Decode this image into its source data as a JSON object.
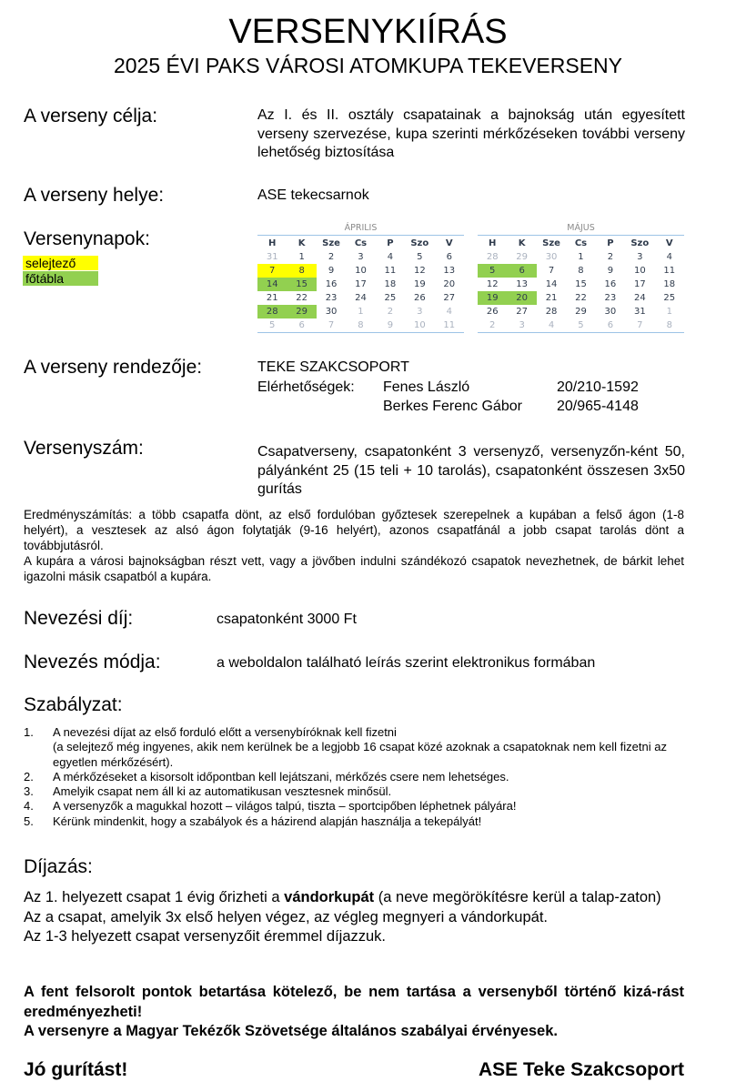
{
  "title": "VERSENYKIÍRÁS",
  "subtitle": "2025 ÉVI PAKS VÁROSI ATOMKUPA TEKEVERSENY",
  "cel": {
    "label": "A verseny célja:",
    "text": "Az I. és II. osztály csapatainak a bajnokság után egyesített verseny szervezése, kupa szerinti mérkőzéseken további verseny lehetőség biztosítása"
  },
  "helye": {
    "label": "A verseny helye:",
    "text": "ASE tekecsarnok"
  },
  "versenynapok": {
    "label": "Versenynapok:",
    "legend": [
      {
        "label": "selejtező",
        "color": "#ffff00"
      },
      {
        "label": "főtábla",
        "color": "#92d050"
      }
    ],
    "day_headers": [
      "H",
      "K",
      "Sze",
      "Cs",
      "P",
      "Szo",
      "V"
    ],
    "months": [
      {
        "name": "ÁPRILIS",
        "weeks": [
          [
            [
              "31",
              "o"
            ],
            [
              "1",
              ""
            ],
            [
              "2",
              ""
            ],
            [
              "3",
              ""
            ],
            [
              "4",
              ""
            ],
            [
              "5",
              ""
            ],
            [
              "6",
              ""
            ]
          ],
          [
            [
              "7",
              "y"
            ],
            [
              "8",
              "y"
            ],
            [
              "9",
              ""
            ],
            [
              "10",
              ""
            ],
            [
              "11",
              ""
            ],
            [
              "12",
              ""
            ],
            [
              "13",
              ""
            ]
          ],
          [
            [
              "14",
              "g"
            ],
            [
              "15",
              "g"
            ],
            [
              "16",
              ""
            ],
            [
              "17",
              ""
            ],
            [
              "18",
              ""
            ],
            [
              "19",
              ""
            ],
            [
              "20",
              ""
            ]
          ],
          [
            [
              "21",
              ""
            ],
            [
              "22",
              ""
            ],
            [
              "23",
              ""
            ],
            [
              "24",
              ""
            ],
            [
              "25",
              ""
            ],
            [
              "26",
              ""
            ],
            [
              "27",
              ""
            ]
          ],
          [
            [
              "28",
              "g"
            ],
            [
              "29",
              "g"
            ],
            [
              "30",
              ""
            ],
            [
              "1",
              "o"
            ],
            [
              "2",
              "o"
            ],
            [
              "3",
              "o"
            ],
            [
              "4",
              "o"
            ]
          ],
          [
            [
              "5",
              "o"
            ],
            [
              "6",
              "o"
            ],
            [
              "7",
              "o"
            ],
            [
              "8",
              "o"
            ],
            [
              "9",
              "o"
            ],
            [
              "10",
              "o"
            ],
            [
              "11",
              "o"
            ]
          ]
        ]
      },
      {
        "name": "MÁJUS",
        "weeks": [
          [
            [
              "28",
              "o"
            ],
            [
              "29",
              "o"
            ],
            [
              "30",
              "o"
            ],
            [
              "1",
              ""
            ],
            [
              "2",
              ""
            ],
            [
              "3",
              ""
            ],
            [
              "4",
              ""
            ]
          ],
          [
            [
              "5",
              "g"
            ],
            [
              "6",
              "g"
            ],
            [
              "7",
              ""
            ],
            [
              "8",
              ""
            ],
            [
              "9",
              ""
            ],
            [
              "10",
              ""
            ],
            [
              "11",
              ""
            ]
          ],
          [
            [
              "12",
              ""
            ],
            [
              "13",
              ""
            ],
            [
              "14",
              ""
            ],
            [
              "15",
              ""
            ],
            [
              "16",
              ""
            ],
            [
              "17",
              ""
            ],
            [
              "18",
              ""
            ]
          ],
          [
            [
              "19",
              "g"
            ],
            [
              "20",
              "g"
            ],
            [
              "21",
              ""
            ],
            [
              "22",
              ""
            ],
            [
              "23",
              ""
            ],
            [
              "24",
              ""
            ],
            [
              "25",
              ""
            ]
          ],
          [
            [
              "26",
              ""
            ],
            [
              "27",
              ""
            ],
            [
              "28",
              ""
            ],
            [
              "29",
              ""
            ],
            [
              "30",
              ""
            ],
            [
              "31",
              ""
            ],
            [
              "1",
              "o"
            ]
          ],
          [
            [
              "2",
              "o"
            ],
            [
              "3",
              "o"
            ],
            [
              "4",
              "o"
            ],
            [
              "5",
              "o"
            ],
            [
              "6",
              "o"
            ],
            [
              "7",
              "o"
            ],
            [
              "8",
              "o"
            ]
          ]
        ]
      }
    ]
  },
  "rendezo": {
    "label": "A verseny rendezője:",
    "org": "TEKE SZAKCSOPORT",
    "contacts_label": "Elérhetőségek:",
    "contacts": [
      {
        "name": "Fenes László",
        "phone": "20/210-1592"
      },
      {
        "name": "Berkes Ferenc Gábor",
        "phone": "20/965-4148"
      }
    ]
  },
  "versenyszam": {
    "label": "Versenyszám:",
    "text": "Csapatverseny, csapatonként 3 versenyző, versenyzőn-ként 50, pályánként 25 (15 teli + 10 tarolás), csapatonként összesen 3x50 gurítás"
  },
  "eredmeny": [
    "Eredményszámítás: a több csapatfa dönt, az első fordulóban győztesek szerepelnek a kupában a felső ágon (1-8 helyért), a vesztesek az alsó ágon folytatják (9-16 helyért), azonos csapatfánál a jobb csapat tarolás dönt a továbbjutásról.",
    "A kupára a városi bajnokságban részt vett, vagy a jövőben indulni szándékozó csapatok nevezhetnek, de bárkit lehet igazolni másik csapatból a kupára."
  ],
  "dij": {
    "label": "Nevezési díj:",
    "text": "csapatonként 3000 Ft"
  },
  "modja": {
    "label": "Nevezés módja:",
    "text": "a weboldalon található leírás szerint elektronikus formában"
  },
  "szabalyzat": {
    "label": "Szabályzat:",
    "items": [
      {
        "n": "1.",
        "text": "A nevezési díjat az első forduló előtt a versenybíróknak kell fizetni",
        "sub": "(a selejtező még ingyenes, akik nem kerülnek be a legjobb 16 csapat közé azoknak a csapatoknak nem kell fizetni az egyetlen mérkőzésért)."
      },
      {
        "n": "2.",
        "text": "A mérkőzéseket a kisorsolt időpontban kell lejátszani, mérkőzés csere nem lehetséges."
      },
      {
        "n": "3.",
        "text": "Amelyik csapat nem áll ki az automatikusan vesztesnek minősül."
      },
      {
        "n": "4.",
        "text": "A versenyzők a magukkal hozott – világos talpú, tiszta – sportcipőben léphetnek pályára!"
      },
      {
        "n": "5.",
        "text": "Kérünk mindenkit, hogy a szabályok és a házirend alapján használja a tekepályát!"
      }
    ]
  },
  "dijazas": {
    "label": "Díjazás:",
    "p1_pre": "Az 1. helyezett csapat 1 évig őrizheti a ",
    "p1_bold": "vándorkupát",
    "p1_post": " (a neve megörökítésre kerül a talap-zaton)",
    "p2": "Az a csapat, amelyik 3x első helyen végez, az végleg megnyeri a vándorkupát.",
    "p3": "Az 1-3 helyezett csapat versenyzőit éremmel díjazzuk."
  },
  "notice": [
    "A fent felsorolt pontok betartása kötelező, be nem tartása a versenyből történő kizá-rást eredményezheti!",
    "A versenyre a Magyar Tekézők Szövetsége általános szabályai érvényesek."
  ],
  "footer": {
    "left": "Jó gurítást!",
    "right": "ASE Teke Szakcsoport"
  }
}
